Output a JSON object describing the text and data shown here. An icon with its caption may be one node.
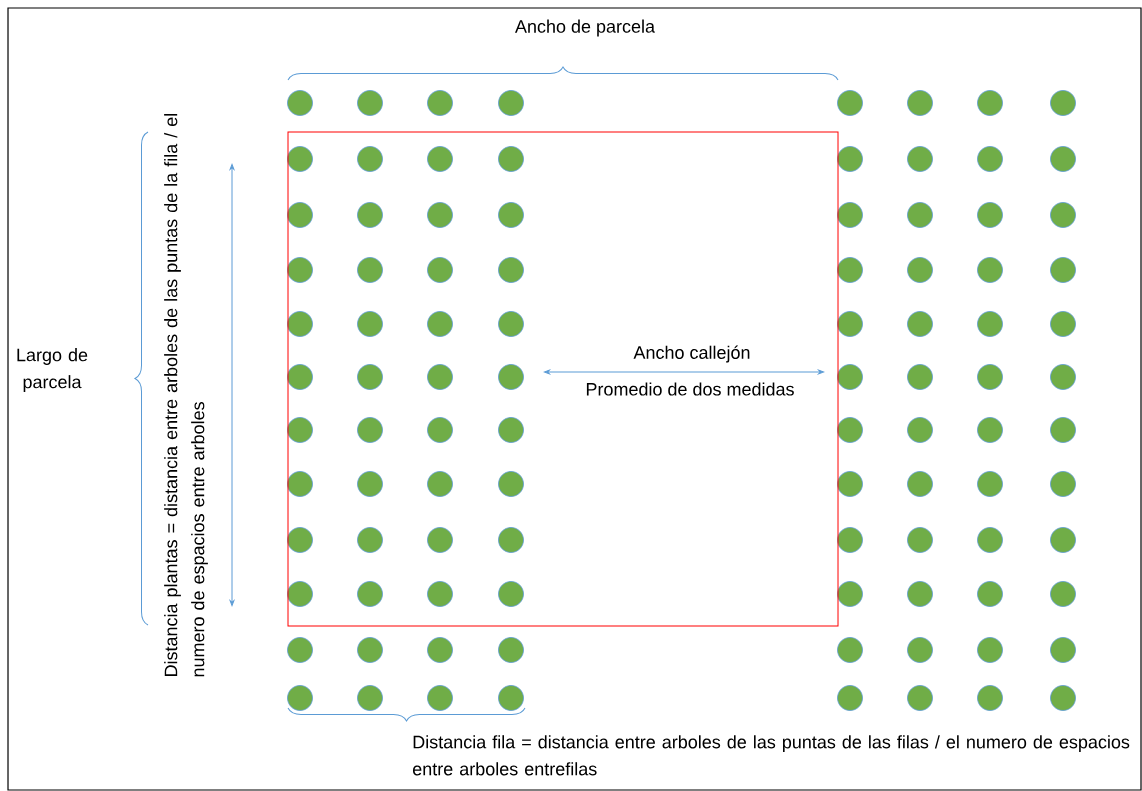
{
  "diagram": {
    "labels": [
      "Ancho de parcela",
      "Largo de parcela",
      "Distancia plantas = distancia entre arboles de las puntas de la fila / el numero de espacios entre arboles",
      "Ancho callejón",
      "Promedio de dos medidas",
      "Distancia fila = distancia entre arboles de las puntas de las filas / el numero de espacios entre arboles entrefilas"
    ]
  }
}
